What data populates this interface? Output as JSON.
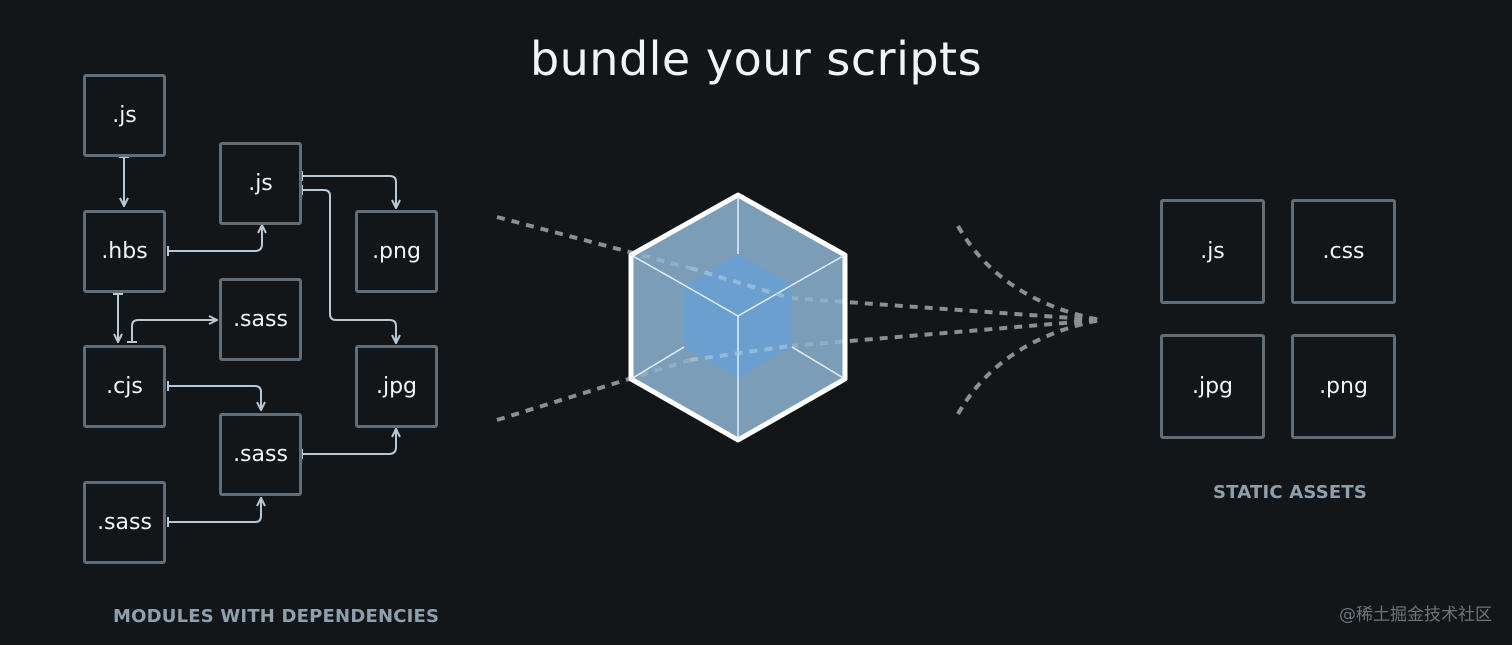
{
  "title": "bundle your scripts",
  "modules": {
    "caption": "MODULES WITH DEPENDENCIES",
    "js1": ".js",
    "js2": ".js",
    "hbs": ".hbs",
    "png": ".png",
    "sass1": ".sass",
    "cjs": ".cjs",
    "jpg": ".jpg",
    "sass2": ".sass",
    "sass3": ".sass"
  },
  "assets": {
    "caption": "STATIC ASSETS",
    "js": ".js",
    "css": ".css",
    "jpg": ".jpg",
    "png": ".png"
  },
  "watermark": "@稀土掘金技术社区",
  "colors": {
    "background": "#121619",
    "box_border": "#5f6e78",
    "arrow": "#b6c9d6",
    "cube_outer": "#8eb5d4",
    "cube_inner": "#6a9fd0",
    "cube_outline": "#ffffff",
    "dotted_line": "#8a8f92"
  }
}
